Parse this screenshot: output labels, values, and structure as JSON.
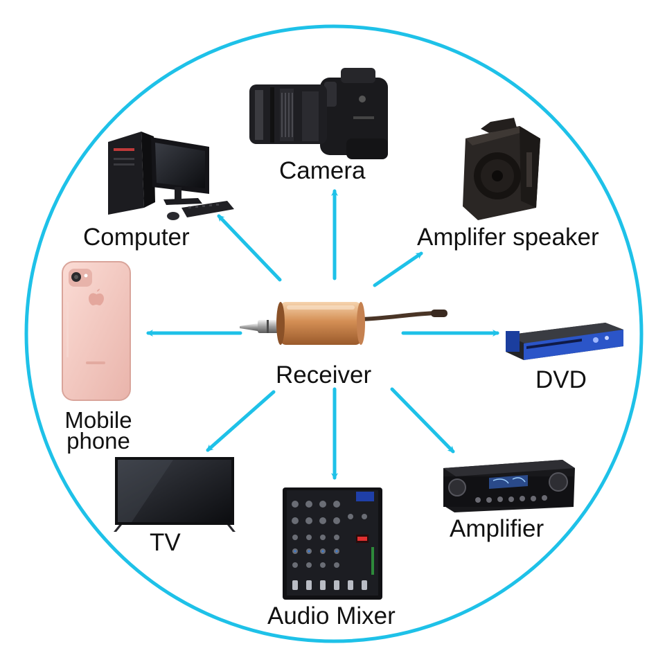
{
  "diagram": {
    "center": {
      "label": "Receiver",
      "icon": "receiver-plug-icon"
    },
    "devices": [
      {
        "key": "camera",
        "label": "Camera",
        "icon": "camera-icon"
      },
      {
        "key": "computer",
        "label": "Computer",
        "icon": "computer-icon"
      },
      {
        "key": "speaker",
        "label": "Amplifer speaker",
        "icon": "speaker-icon"
      },
      {
        "key": "phone",
        "label_line1": "Mobile",
        "label_line2": "phone",
        "icon": "mobile-phone-icon"
      },
      {
        "key": "dvd",
        "label": "DVD",
        "icon": "dvd-player-icon"
      },
      {
        "key": "tv",
        "label": "TV",
        "icon": "tv-icon"
      },
      {
        "key": "mixer",
        "label": "Audio Mixer",
        "icon": "audio-mixer-icon"
      },
      {
        "key": "amplifier",
        "label": "Amplifier",
        "icon": "amplifier-icon"
      }
    ]
  },
  "colors": {
    "ring": "#1ec1e8",
    "arrow": "#1ec1e8",
    "text": "#111111",
    "receiver_body": "#d89a62",
    "device_dark": "#1b1b1f",
    "phone_body": "#f2c7c0",
    "dvd_blue": "#2b55c8"
  }
}
